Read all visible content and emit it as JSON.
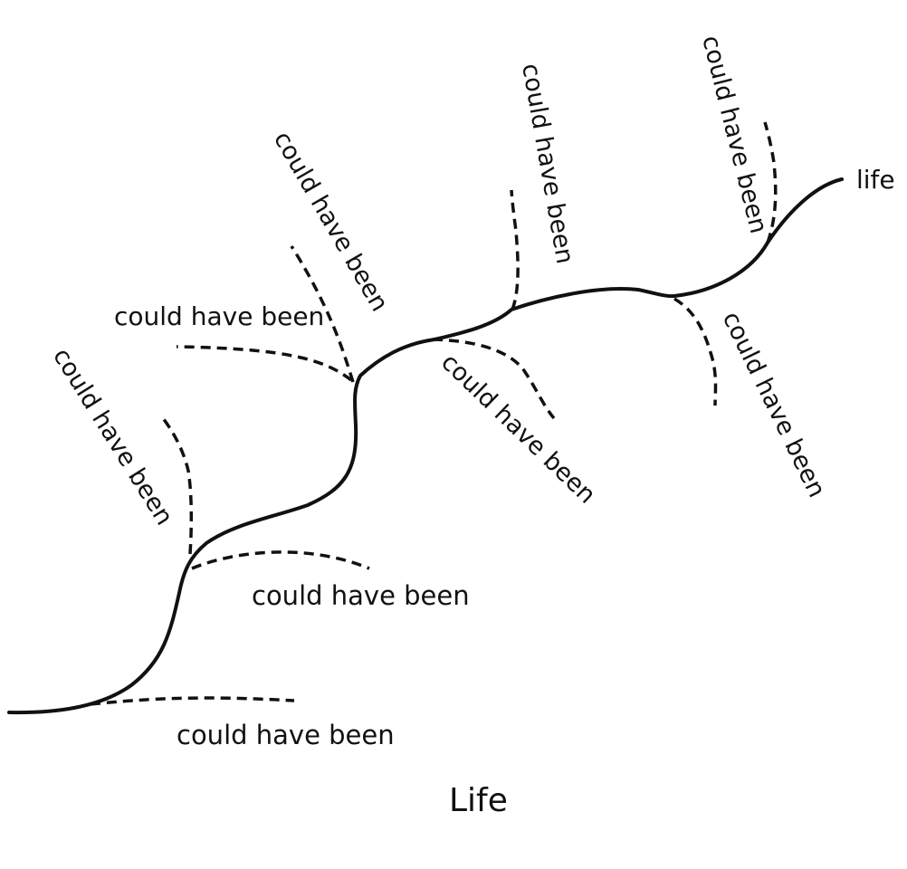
{
  "diagram": {
    "caption": "Life",
    "end_label": "life",
    "branches": [
      {
        "id": "branch-1",
        "label": "could have been"
      },
      {
        "id": "branch-2",
        "label": "could have been"
      },
      {
        "id": "branch-3",
        "label": "could have been"
      },
      {
        "id": "branch-4",
        "label": "could have been"
      },
      {
        "id": "branch-5",
        "label": "could have been"
      },
      {
        "id": "branch-6",
        "label": "could have been"
      },
      {
        "id": "branch-7",
        "label": "could have been"
      },
      {
        "id": "branch-8",
        "label": "could have been"
      },
      {
        "id": "branch-9",
        "label": "could have been"
      }
    ]
  }
}
